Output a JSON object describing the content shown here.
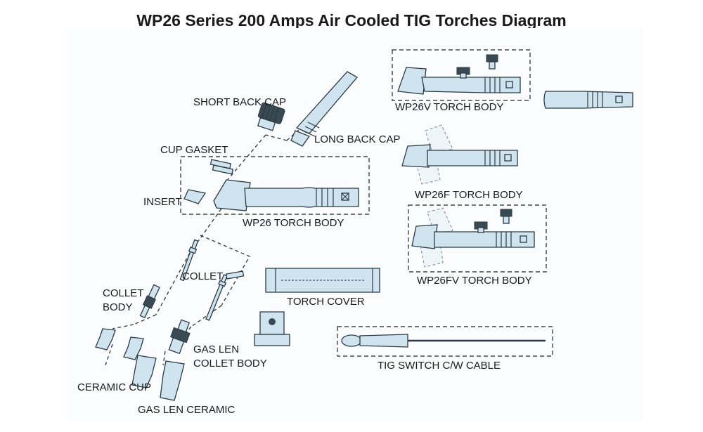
{
  "title": "WP26 Series 200 Amps Air Cooled TIG Torches Diagram",
  "labels": {
    "short_back_cap": "SHORT BACK CAP",
    "long_back_cap": "LONG BACK CAP",
    "cup_gasket": "CUP GASKET",
    "insert": "INSERT",
    "wp26_body": "WP26 TORCH BODY",
    "wp26v_body": "WP26V TORCH BODY",
    "wp26f_body": "WP26F TORCH BODY",
    "wp26fv_body": "WP26FV TORCH BODY",
    "collet": "COLLET",
    "collet_body_1": "COLLET",
    "collet_body_2": "BODY",
    "torch_cover": "TORCH COVER",
    "gas_len_collet_1": "GAS LEN",
    "gas_len_collet_2": "COLLET BODY",
    "ceramic_cup": "CERAMIC CUP",
    "gas_len_ceramic": "GAS LEN CERAMIC",
    "tig_switch": "TIG SWITCH C/W CABLE"
  }
}
